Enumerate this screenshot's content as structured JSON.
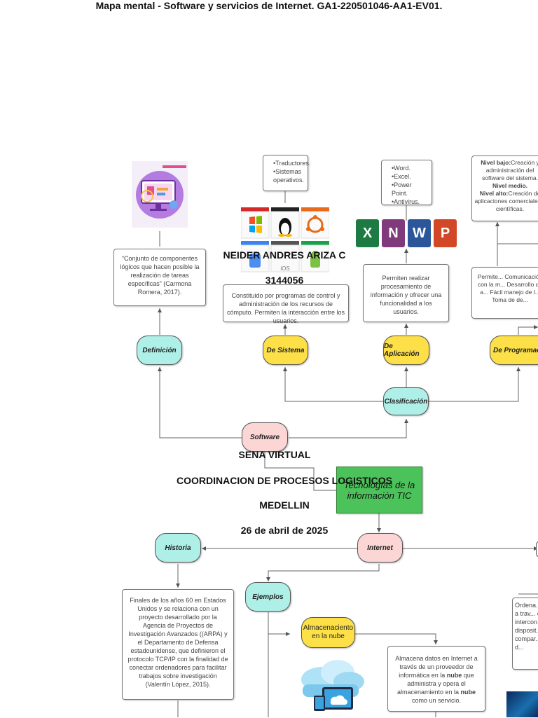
{
  "title": "Mapa mental - Software y servicios de Internet. GA1-220501046-AA1-EV01.",
  "cover": {
    "author": "NEIDER ANDRES ARIZA C",
    "id_number": "3144056",
    "institution": "SENA VIRTUAL",
    "program": "COORDINACION DE PROCESOS LOGISTICOS",
    "city": "MEDELLIN",
    "date": "26 de abril de 2025"
  },
  "nodes": {
    "definicion": "Definición",
    "de_sistema": "De Sistema",
    "de_aplicacion": "De Aplicación",
    "de_programacion": "De Programación",
    "clasificacion": "Clasificación",
    "software": "Software",
    "tic_line1": "Tecnologías de la",
    "tic_line2": "información TIC",
    "historia": "Historia",
    "internet": "Internet",
    "ejemplos": "Ejemplos",
    "almacenamiento_line1": "Almacenaciento",
    "almacenamiento_line2": "en la nube"
  },
  "boxes": {
    "definicion_text": "“Conjunto de componentes lógicos que hacen posible la realización de tareas específicas” (Carmona Romera, 2017).",
    "sistema_list": [
      "Traductores.",
      "Sistemas operativos."
    ],
    "sistema_text": "Constituido por programas de control y administración de los recursos de cómputo. Permiten la interacción entre los usuarios.",
    "aplicacion_list": [
      "Word.",
      "Excel.",
      "Power Point.",
      "Antivirus."
    ],
    "aplicacion_text": "Permiten realizar procesamiento de información y ofrecer una funcionalidad a los usuarios.",
    "programacion_levels": {
      "bajo_label": "Nivel bajo:",
      "bajo_text": "Creación y administración del software del sistema.",
      "medio_label": "Nivel medio.",
      "alto_label": "Nivel alto:",
      "alto_text": "Creación de aplicaciones comerciales y científicas."
    },
    "programacion_text": "Permite... Comunicación con la m... Desarrollo de a... Fácil manejo de l... Toma de de...",
    "historia_text": "Finales de los años 60 en Estados Unidos y se relaciona con un proyecto desarrollado por la Agencia de Proyectos de Investigación Avanzados ((ARPA) y el Departamento de Defensa estadounidense, que definieron el protocolo TCP/IP con la finalidad de conectar ordenadores para facilitar trabajos sobre investigación (Valentín López, 2015).",
    "nube_text_parts": [
      "Almacena datos en Internet a través de un proveedor de informática en la ",
      "nube",
      " que administra y opera el almacenamiento en la ",
      "nube",
      " como un servicio."
    ],
    "internet_right_text": "Ordena... sí a trav... de... intercon... disposit... compar... d..."
  },
  "os_logos": [
    "Windows",
    "Linux",
    "Ubuntu",
    "Mac OS",
    "iOS",
    "Android"
  ],
  "office_icons": [
    "X",
    "N",
    "W",
    "P"
  ],
  "colors": {
    "teal": "#aef0e8",
    "yellow": "#fde047",
    "pink": "#fcd5d5",
    "green": "#4cc25a",
    "orange": "#fde047"
  }
}
